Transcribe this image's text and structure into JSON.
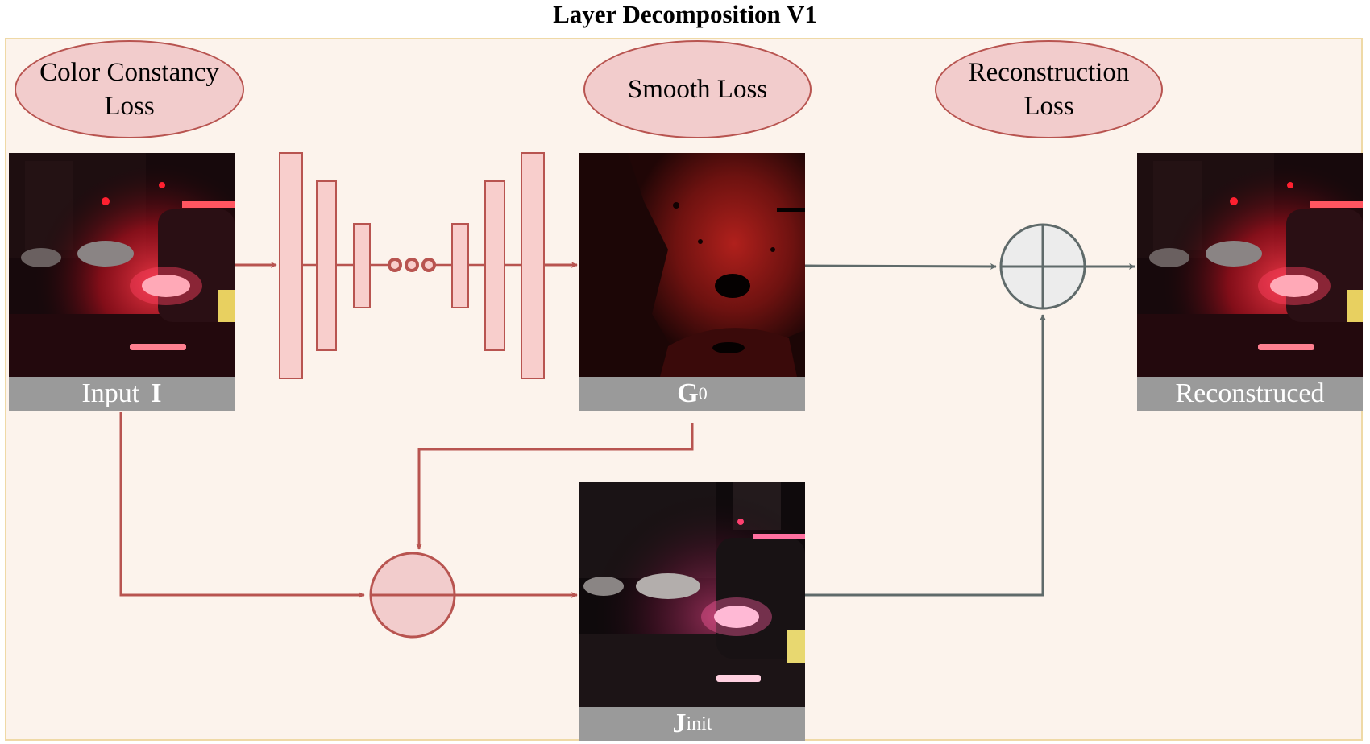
{
  "title": "Layer Decomposition V1",
  "losses": {
    "color_constancy": {
      "line1": "Color Constancy",
      "line2": "Loss"
    },
    "smooth": "Smooth Loss",
    "reconstruction": {
      "line1": "Reconstruction",
      "line2": "Loss"
    }
  },
  "captions": {
    "input": {
      "label": "Input",
      "symbol": "I"
    },
    "g0": {
      "symbol": "G",
      "sub": "0"
    },
    "jinit": {
      "symbol": "J",
      "sub": "init"
    },
    "reconstructed": "Reconstruced"
  },
  "colors": {
    "frame_bg": "#fcf3ec",
    "frame_border": "#efd9a6",
    "loss_fill": "#f2cccc",
    "red_stroke": "#b85450",
    "gray_stroke": "#5f6a6a",
    "caption_bg": "#9a9a9a"
  },
  "icons": {
    "adder": "circle-plus-icon",
    "multiplier": "circle-minus-icon",
    "ellipsis": "three-dots-icon"
  }
}
